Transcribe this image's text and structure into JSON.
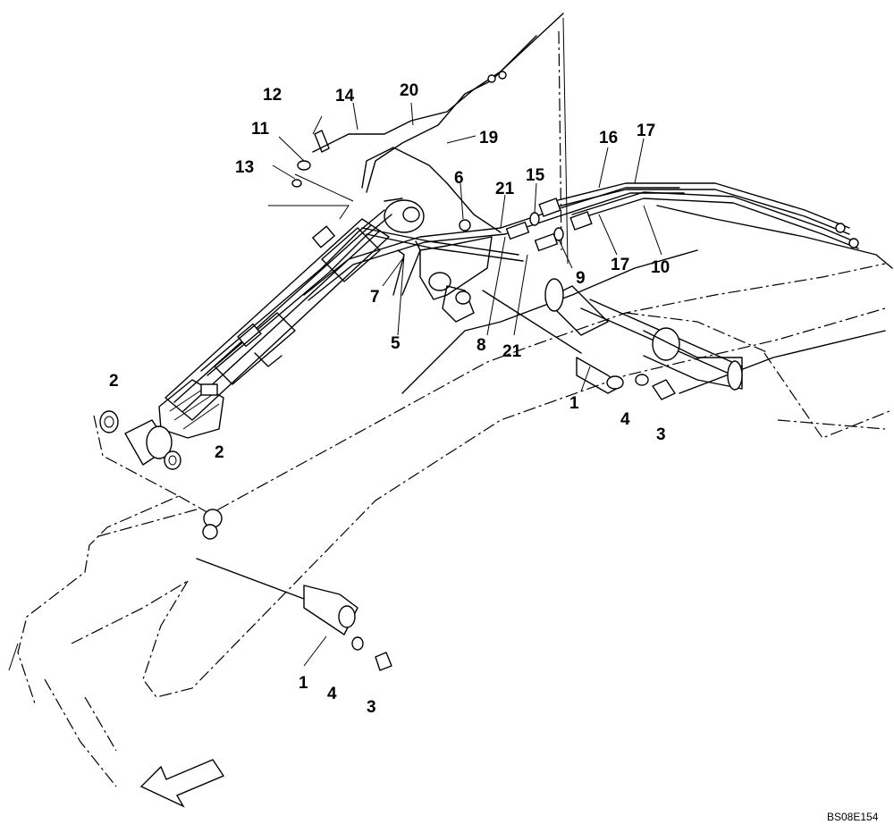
{
  "callouts": [
    {
      "id": "c1a",
      "text": "1"
    },
    {
      "id": "c1b",
      "text": "1"
    },
    {
      "id": "c2a",
      "text": "2"
    },
    {
      "id": "c2b",
      "text": "2"
    },
    {
      "id": "c3a",
      "text": "3"
    },
    {
      "id": "c3b",
      "text": "3"
    },
    {
      "id": "c4a",
      "text": "4"
    },
    {
      "id": "c4b",
      "text": "4"
    },
    {
      "id": "c5",
      "text": "5"
    },
    {
      "id": "c6",
      "text": "6"
    },
    {
      "id": "c7",
      "text": "7"
    },
    {
      "id": "c8",
      "text": "8"
    },
    {
      "id": "c9",
      "text": "9"
    },
    {
      "id": "c10",
      "text": "10"
    },
    {
      "id": "c11",
      "text": "11"
    },
    {
      "id": "c12",
      "text": "12"
    },
    {
      "id": "c13",
      "text": "13"
    },
    {
      "id": "c14",
      "text": "14"
    },
    {
      "id": "c15",
      "text": "15"
    },
    {
      "id": "c16",
      "text": "16"
    },
    {
      "id": "c17a",
      "text": "17"
    },
    {
      "id": "c17b",
      "text": "17"
    },
    {
      "id": "c19",
      "text": "19"
    },
    {
      "id": "c20",
      "text": "20"
    },
    {
      "id": "c21a",
      "text": "21"
    },
    {
      "id": "c21b",
      "text": "21"
    }
  ],
  "drawing_code": "BS08E154",
  "icons": {
    "direction_arrow": "front-direction-arrow-icon"
  }
}
